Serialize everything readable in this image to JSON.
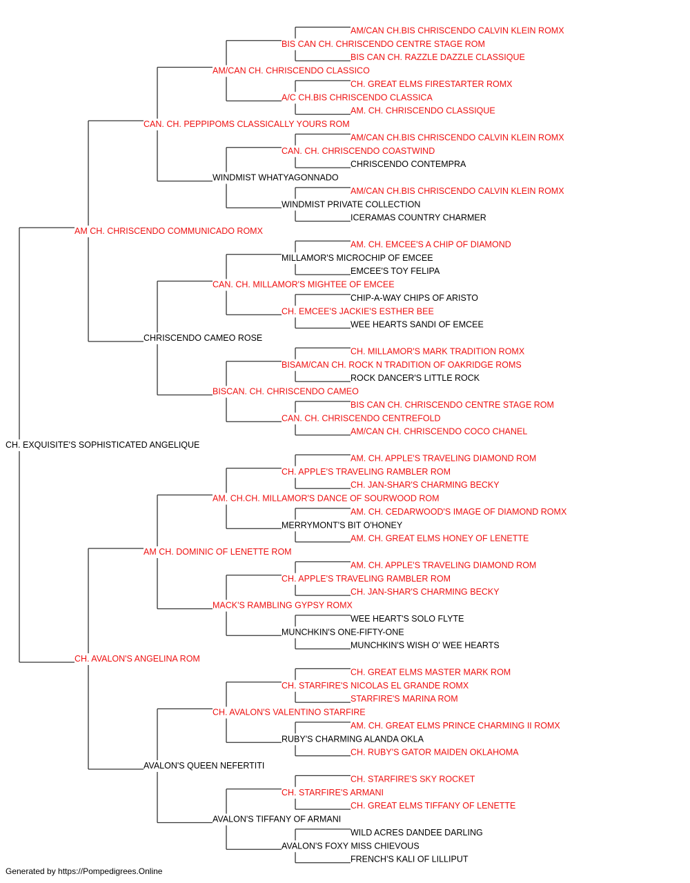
{
  "colors": {
    "champion": "#ee1111",
    "normal": "#000000",
    "line": "#333333"
  },
  "footer": "Generated by https://Pompedigrees.Online",
  "pedigree": {
    "name": "CH. EXQUISITE'S SOPHISTICATED ANGELIQUE",
    "ch": false,
    "sire": {
      "name": "AM CH. CHRISCENDO COMMUNICADO ROMX",
      "ch": true,
      "sire": {
        "name": "CAN. CH. PEPPIPOMS CLASSICALLY YOURS ROM",
        "ch": true,
        "sire": {
          "name": "AM/CAN CH. CHRISCENDO CLASSICO",
          "ch": true,
          "sire": {
            "name": "BIS CAN CH. CHRISCENDO CENTRE STAGE ROM",
            "ch": true,
            "sire": {
              "name": "AM/CAN CH.BIS CHRISCENDO CALVIN KLEIN ROMX",
              "ch": true
            },
            "dam": {
              "name": "BIS CAN CH. RAZZLE DAZZLE CLASSIQUE",
              "ch": true
            }
          },
          "dam": {
            "name": "A/C CH.BIS CHRISCENDO CLASSICA",
            "ch": true,
            "sire": {
              "name": "CH. GREAT ELMS FIRESTARTER ROMX",
              "ch": true
            },
            "dam": {
              "name": "AM. CH. CHRISCENDO CLASSIQUE",
              "ch": true
            }
          }
        },
        "dam": {
          "name": "WINDMIST WHATYAGONNADO",
          "ch": false,
          "sire": {
            "name": "CAN. CH. CHRISCENDO COASTWIND",
            "ch": true,
            "sire": {
              "name": "AM/CAN CH.BIS CHRISCENDO CALVIN KLEIN ROMX",
              "ch": true
            },
            "dam": {
              "name": "CHRISCENDO CONTEMPRA",
              "ch": false
            }
          },
          "dam": {
            "name": "WINDMIST PRIVATE COLLECTION",
            "ch": false,
            "sire": {
              "name": "AM/CAN CH.BIS CHRISCENDO CALVIN KLEIN ROMX",
              "ch": true
            },
            "dam": {
              "name": "ICERAMAS COUNTRY CHARMER",
              "ch": false
            }
          }
        }
      },
      "dam": {
        "name": "CHRISCENDO CAMEO ROSE",
        "ch": false,
        "sire": {
          "name": "CAN. CH. MILLAMOR'S MIGHTEE OF EMCEE",
          "ch": true,
          "sire": {
            "name": "MILLAMOR'S MICROCHIP OF EMCEE",
            "ch": false,
            "sire": {
              "name": "AM. CH. EMCEE'S A CHIP OF DIAMOND",
              "ch": true
            },
            "dam": {
              "name": "EMCEE'S TOY FELIPA",
              "ch": false
            }
          },
          "dam": {
            "name": "CH. EMCEE'S JACKIE'S ESTHER BEE",
            "ch": true,
            "sire": {
              "name": "CHIP-A-WAY CHIPS OF ARISTO",
              "ch": false
            },
            "dam": {
              "name": "WEE HEARTS SANDI OF EMCEE",
              "ch": false
            }
          }
        },
        "dam": {
          "name": "BISCAN. CH. CHRISCENDO CAMEO",
          "ch": true,
          "sire": {
            "name": "BISAM/CAN CH. ROCK N TRADITION OF OAKRIDGE ROMS",
            "ch": true,
            "sire": {
              "name": "CH. MILLAMOR'S MARK TRADITION ROMX",
              "ch": true
            },
            "dam": {
              "name": "ROCK DANCER'S LITTLE ROCK",
              "ch": false
            }
          },
          "dam": {
            "name": "CAN. CH. CHRISCENDO CENTREFOLD",
            "ch": true,
            "sire": {
              "name": "BIS CAN CH. CHRISCENDO CENTRE STAGE ROM",
              "ch": true
            },
            "dam": {
              "name": "AM/CAN CH. CHRISCENDO COCO CHANEL",
              "ch": true
            }
          }
        }
      }
    },
    "dam": {
      "name": "CH. AVALON'S ANGELINA ROM",
      "ch": true,
      "sire": {
        "name": "AM CH. DOMINIC OF LENETTE ROM",
        "ch": true,
        "sire": {
          "name": "AM. CH.CH. MILLAMOR'S DANCE OF SOURWOOD ROM",
          "ch": true,
          "sire": {
            "name": "CH. APPLE'S TRAVELING RAMBLER ROM",
            "ch": true,
            "sire": {
              "name": "AM. CH. APPLE'S TRAVELING DIAMOND ROM",
              "ch": true
            },
            "dam": {
              "name": "CH. JAN-SHAR'S CHARMING BECKY",
              "ch": true
            }
          },
          "dam": {
            "name": "MERRYMONT'S BIT O'HONEY",
            "ch": false,
            "sire": {
              "name": "AM. CH. CEDARWOOD'S IMAGE OF DIAMOND ROMX",
              "ch": true
            },
            "dam": {
              "name": "AM. CH. GREAT ELMS HONEY OF LENETTE",
              "ch": true
            }
          }
        },
        "dam": {
          "name": "MACK'S RAMBLING GYPSY ROMX",
          "ch": true,
          "sire": {
            "name": "CH. APPLE'S TRAVELING RAMBLER ROM",
            "ch": true,
            "sire": {
              "name": "AM. CH. APPLE'S TRAVELING DIAMOND ROM",
              "ch": true
            },
            "dam": {
              "name": "CH. JAN-SHAR'S CHARMING BECKY",
              "ch": true
            }
          },
          "dam": {
            "name": "MUNCHKIN'S ONE-FIFTY-ONE",
            "ch": false,
            "sire": {
              "name": "WEE HEART'S SOLO FLYTE",
              "ch": false
            },
            "dam": {
              "name": "MUNCHKIN'S WISH O' WEE HEARTS",
              "ch": false
            }
          }
        }
      },
      "dam": {
        "name": "AVALON'S QUEEN NEFERTITI",
        "ch": false,
        "sire": {
          "name": "CH. AVALON'S VALENTINO STARFIRE",
          "ch": true,
          "sire": {
            "name": "CH. STARFIRE'S NICOLAS EL GRANDE ROMX",
            "ch": true,
            "sire": {
              "name": "CH. GREAT ELMS MASTER MARK ROM",
              "ch": true
            },
            "dam": {
              "name": "STARFIRE'S MARINA ROM",
              "ch": true
            }
          },
          "dam": {
            "name": "RUBY'S CHARMING ALANDA OKLA",
            "ch": false,
            "sire": {
              "name": "AM. CH. GREAT ELMS PRINCE CHARMING II ROMX",
              "ch": true
            },
            "dam": {
              "name": "CH. RUBY'S GATOR MAIDEN OKLAHOMA",
              "ch": true
            }
          }
        },
        "dam": {
          "name": "AVALON'S TIFFANY OF ARMANI",
          "ch": false,
          "sire": {
            "name": "CH. STARFIRE'S ARMANI",
            "ch": true,
            "sire": {
              "name": "CH. STARFIRE'S SKY ROCKET",
              "ch": true
            },
            "dam": {
              "name": "CH. GREAT ELMS TIFFANY OF LENETTE",
              "ch": true
            }
          },
          "dam": {
            "name": "AVALON'S FOXY MISS CHIEVOUS",
            "ch": false,
            "sire": {
              "name": "WILD ACRES DANDEE DARLING",
              "ch": false
            },
            "dam": {
              "name": "FRENCH'S KALI OF LILLIPUT",
              "ch": false
            }
          }
        }
      }
    }
  }
}
